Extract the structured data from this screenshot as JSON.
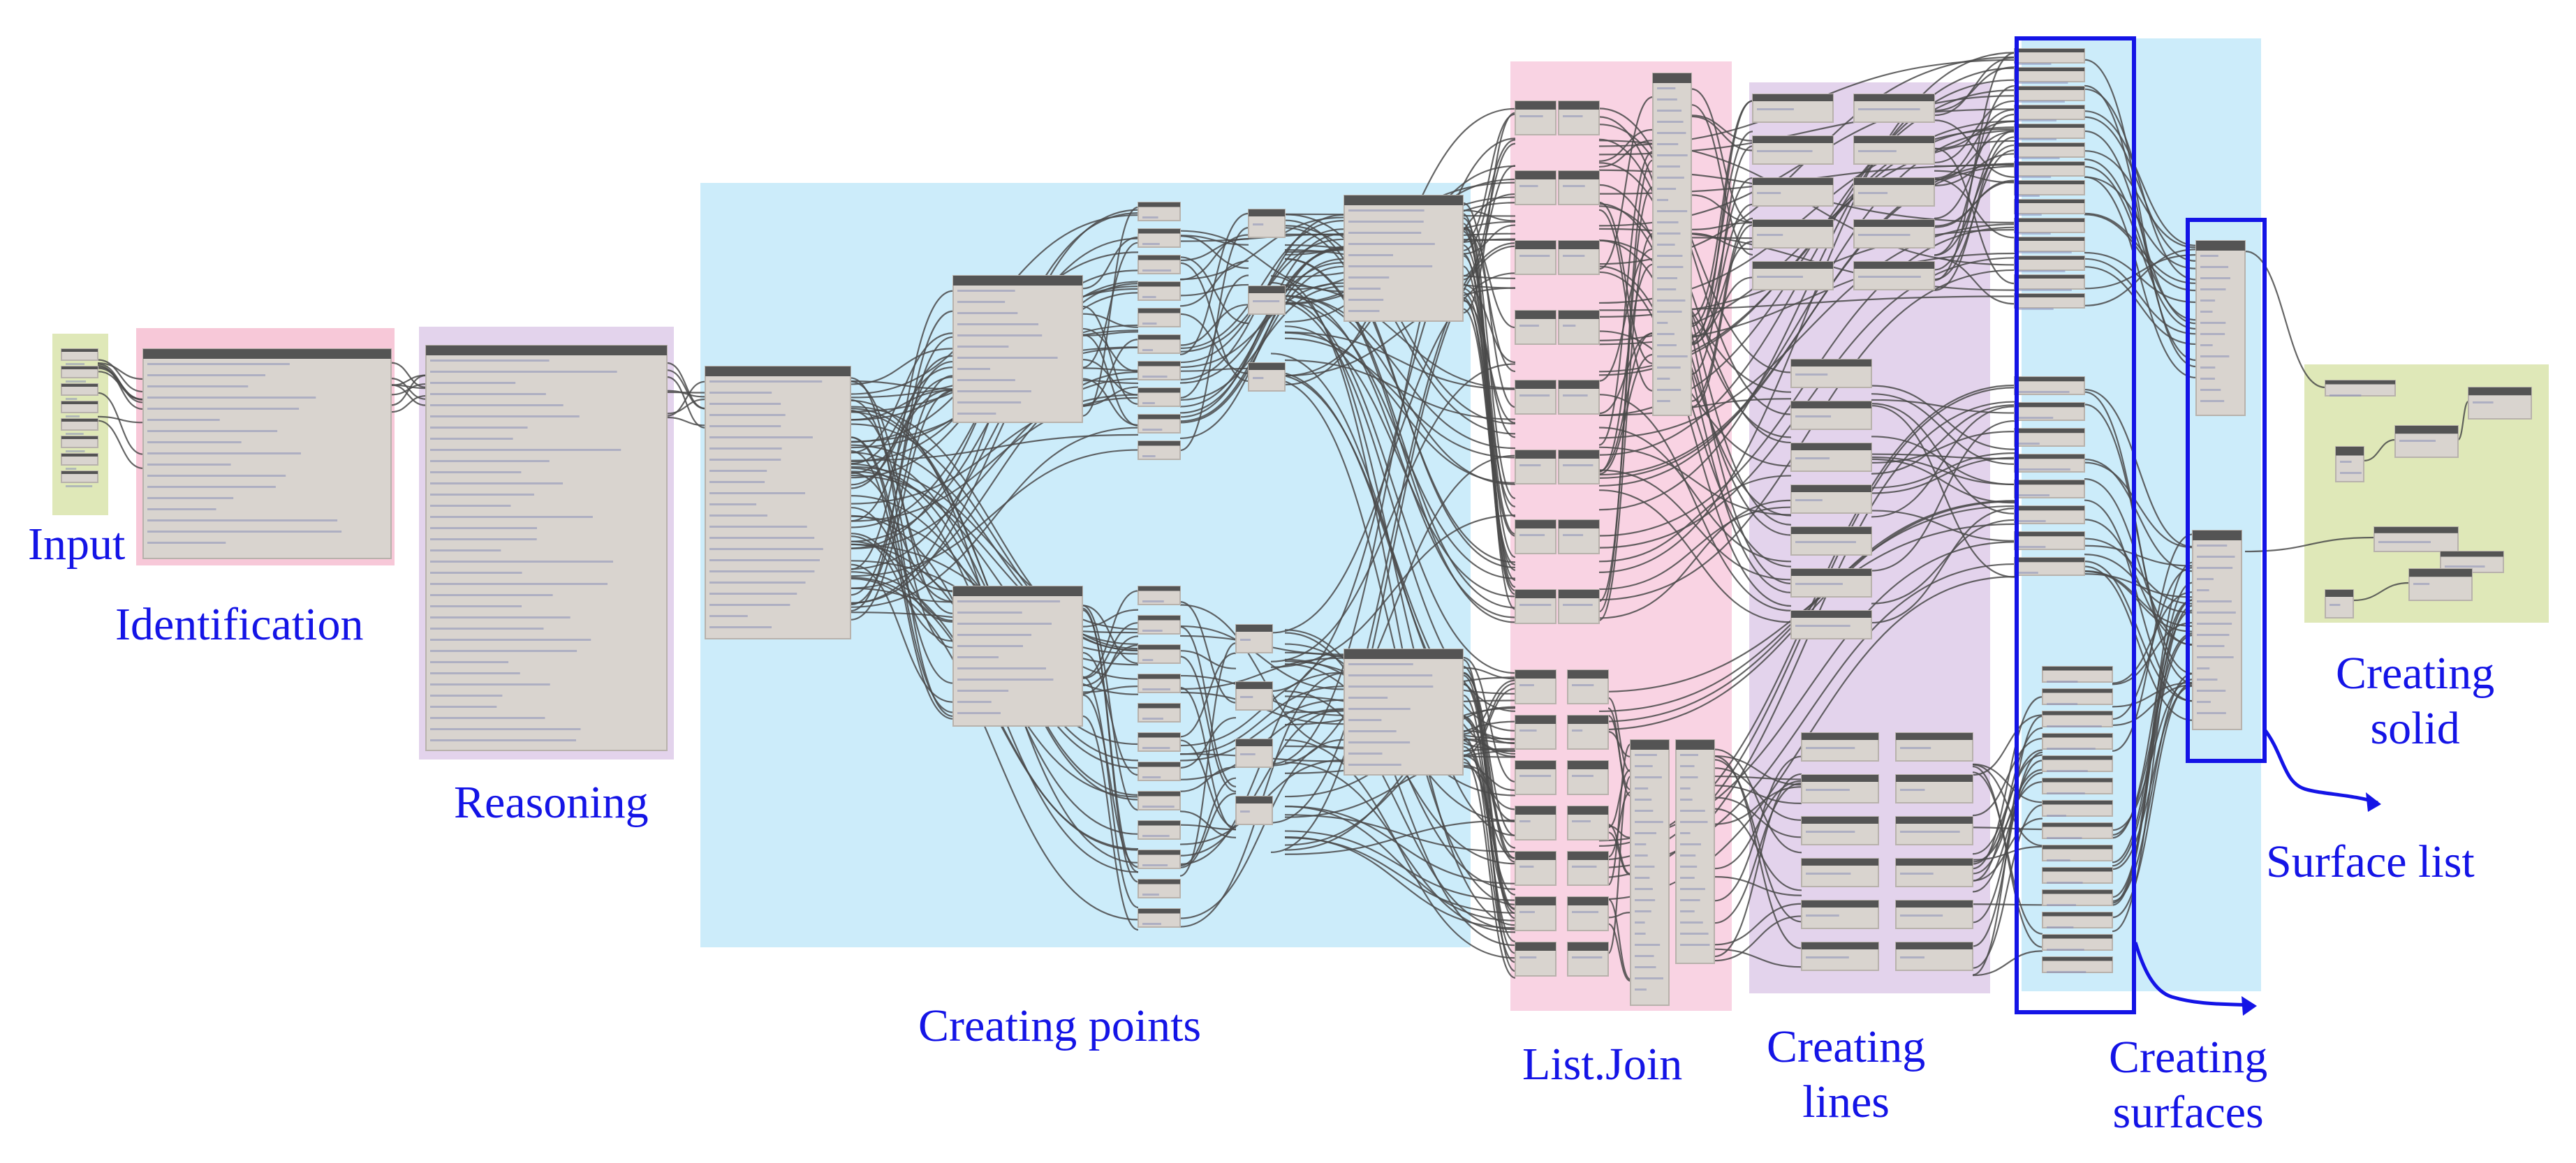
{
  "colors": {
    "label": "#1414e6",
    "group_green": "#dfe8b8",
    "group_pink_light": "#f7c8d8",
    "group_pink": "#f9d3e3",
    "group_lilac": "#e3d3ec",
    "group_blue": "#ccecfa",
    "node_body": "#d9d4cf",
    "node_header": "#545454",
    "wire": "#4a4a4a",
    "highlight_box": "#1414e6"
  },
  "labels": {
    "input": "Input",
    "identification": "Identification",
    "reasoning": "Reasoning",
    "creating_points": "Creating points",
    "list_join": "List.Join",
    "creating_lines": [
      "Creating",
      "lines"
    ],
    "creating_surfaces": [
      "Creating",
      "surfaces"
    ],
    "surface_list": "Surface list",
    "creating_solid": [
      "Creating",
      "solid"
    ]
  }
}
